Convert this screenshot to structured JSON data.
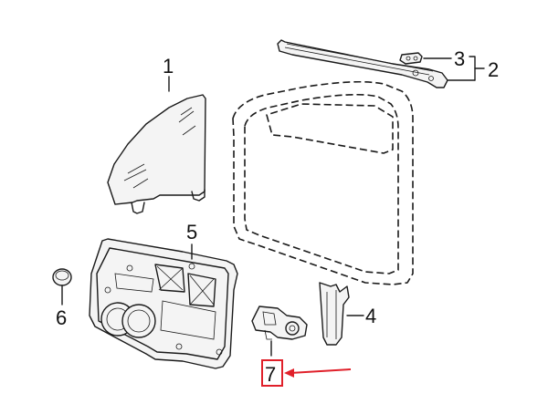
{
  "callouts": [
    {
      "id": "1",
      "label": "1"
    },
    {
      "id": "2",
      "label": "2"
    },
    {
      "id": "3",
      "label": "3"
    },
    {
      "id": "4",
      "label": "4"
    },
    {
      "id": "5",
      "label": "5"
    },
    {
      "id": "6",
      "label": "6"
    },
    {
      "id": "7",
      "label": "7"
    }
  ],
  "highlight": {
    "callout": "7",
    "box_color": "#e0202a",
    "arrow_color": "#e0202a"
  },
  "line_color": "#1a1a1a"
}
